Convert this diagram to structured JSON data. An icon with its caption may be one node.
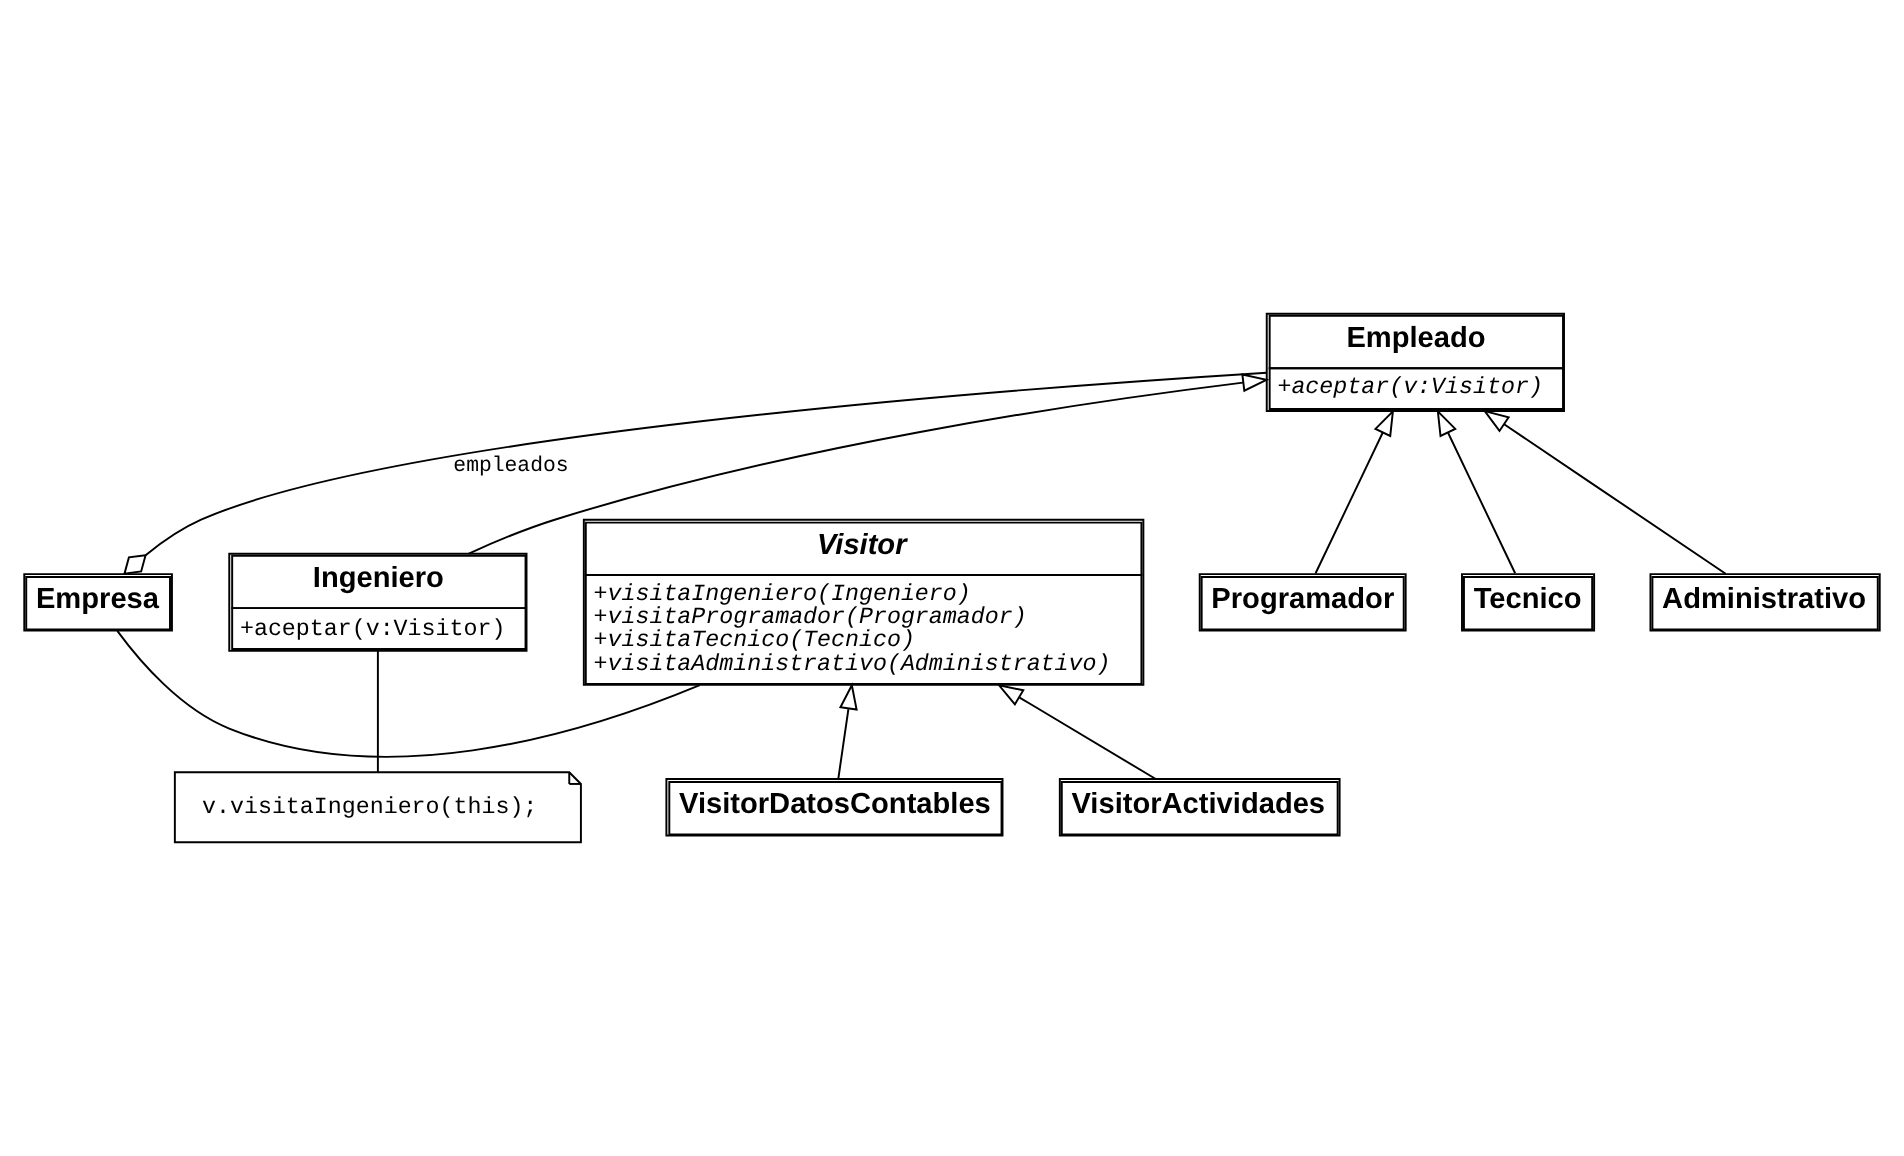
{
  "diagram": {
    "nodes": [
      {
        "text": [
          "Empresa"
        ]
      },
      {
        "text": [
          "Visitor",
          "+visitaIngeniero(Ingeniero)",
          "+visitaProgramador(Programador)",
          "+visitaTecnico(Tecnico)",
          "+visitaAdministrativo(Administrativo)"
        ]
      },
      {
        "text": [
          "VisitorDatosContables"
        ]
      },
      {
        "text": [
          "VisitorActividades"
        ]
      },
      {
        "text": [
          "Empleado",
          "+aceptar(v:Visitor)"
        ]
      },
      {
        "text": [
          "Ingeniero",
          "+aceptar(v:Visitor)"
        ]
      },
      {
        "text": [
          "Programador"
        ]
      },
      {
        "text": [
          "Tecnico"
        ]
      },
      {
        "text": [
          "Administrativo"
        ]
      },
      {
        "text": [
          "v.visitaIngeniero(this);"
        ]
      }
    ],
    "edges": [
      {
        "from": 0,
        "to": 1,
        "arrow": "none"
      },
      {
        "from": 2,
        "to": 1,
        "arrow": "to"
      },
      {
        "from": 3,
        "to": 1,
        "arrow": "to"
      },
      {
        "from": 0,
        "to": 4,
        "arrow": "other",
        "label": "empleados"
      },
      {
        "from": 5,
        "to": 4,
        "arrow": "to"
      },
      {
        "from": 6,
        "to": 4,
        "arrow": "to"
      },
      {
        "from": 7,
        "to": 4,
        "arrow": "to"
      },
      {
        "from": 8,
        "to": 4,
        "arrow": "to"
      },
      {
        "from": 9,
        "to": 5,
        "arrow": "none"
      }
    ]
  }
}
